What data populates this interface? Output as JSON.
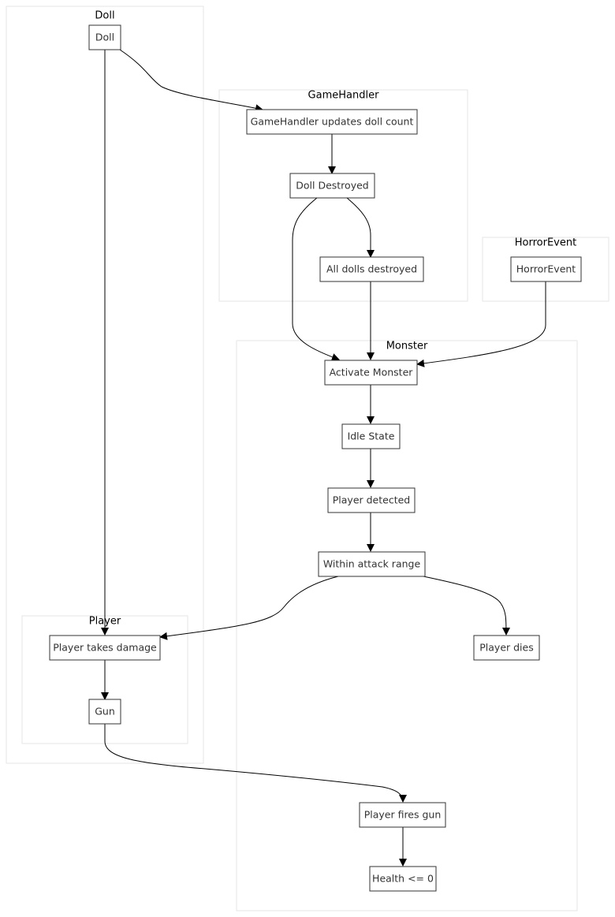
{
  "clusters": {
    "doll": "Doll",
    "gamehandler": "GameHandler",
    "horrorevent": "HorrorEvent",
    "monster": "Monster",
    "player": "Player"
  },
  "nodes": {
    "doll": "Doll",
    "gamehandler_updates": "GameHandler updates doll count",
    "doll_destroyed": "Doll Destroyed",
    "all_dolls_destroyed": "All dolls destroyed",
    "horrorevent": "HorrorEvent",
    "activate_monster": "Activate Monster",
    "idle_state": "Idle State",
    "player_detected": "Player detected",
    "within_attack_range": "Within attack range",
    "player_takes_damage": "Player takes damage",
    "player_dies": "Player dies",
    "gun": "Gun",
    "player_fires_gun": "Player fires gun",
    "health_le_0": "Health <= 0"
  },
  "colors": {
    "cluster_border": "#e6e6e6",
    "node_border": "#333333",
    "edge": "#000000"
  }
}
